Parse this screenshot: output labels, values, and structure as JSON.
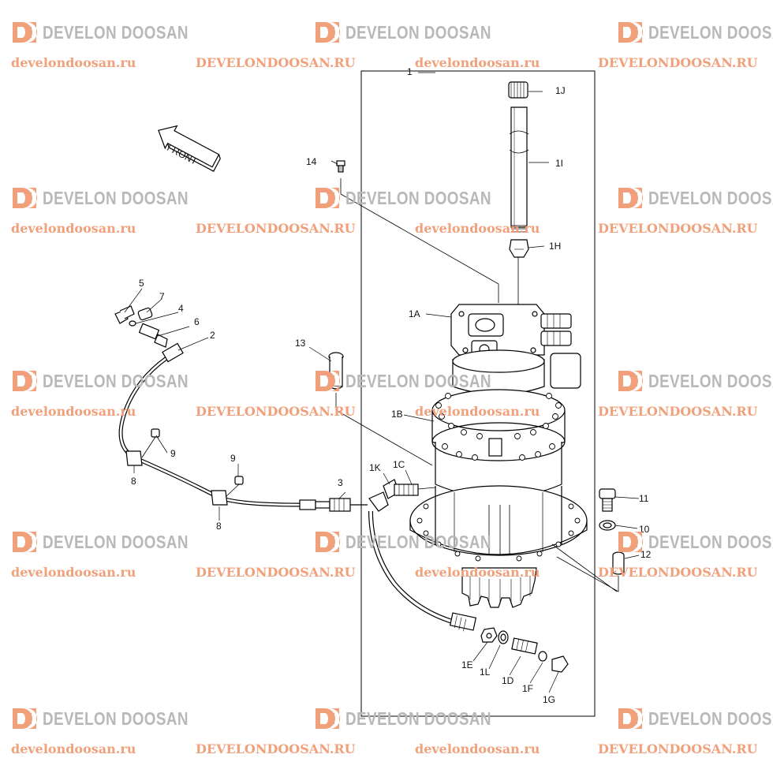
{
  "diagram": {
    "front_arrow_label": "FRONT",
    "callouts": [
      "1",
      "1A",
      "1B",
      "1C",
      "1D",
      "1E",
      "1F",
      "1G",
      "1H",
      "1I",
      "1J",
      "1K",
      "1L",
      "2",
      "3",
      "4",
      "5",
      "6",
      "7",
      "8",
      "8",
      "9",
      "9",
      "10",
      "11",
      "12",
      "13",
      "14"
    ]
  },
  "watermark": {
    "brand": "DEVELON DOOSAN",
    "url_lower": "develondoosan.ru",
    "url_upper": "DEVELONDOOSAN.RU",
    "colors": {
      "brand": "#b8b8b8",
      "url": "#f0a07a",
      "mark": "#f0a07a"
    }
  }
}
